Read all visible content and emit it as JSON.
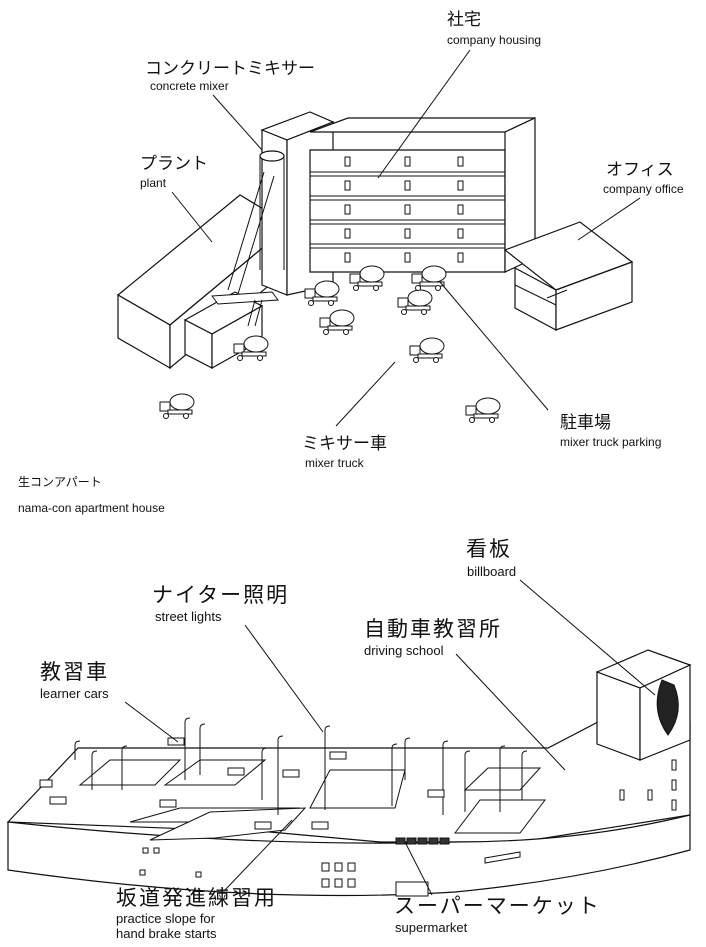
{
  "figure1": {
    "caption_jp": "生コンアパート",
    "caption_en": "nama-con apartment house",
    "labels": {
      "housing": {
        "jp": "社宅",
        "en": "company housing"
      },
      "mixer": {
        "jp": "コンクリートミキサー",
        "en": "concrete mixer"
      },
      "plant": {
        "jp": "プラント",
        "en": "plant"
      },
      "office": {
        "jp": "オフィス",
        "en": "company office"
      },
      "parking": {
        "jp": "駐車場",
        "en": "mixer truck parking"
      },
      "truck": {
        "jp": "ミキサー車",
        "en": "mixer truck"
      }
    }
  },
  "figure2": {
    "labels": {
      "billboard": {
        "jp": "看板",
        "en": "billboard"
      },
      "lights": {
        "jp": "ナイター照明",
        "en": "street lights"
      },
      "school": {
        "jp": "自動車教習所",
        "en": "driving school"
      },
      "learner": {
        "jp": "教習車",
        "en": "learner cars"
      },
      "slope": {
        "jp": "坂道発進練習用",
        "en1": "practice slope for",
        "en2": "hand brake starts"
      },
      "supermarket": {
        "jp": "スーパーマーケット",
        "en": "supermarket"
      }
    }
  }
}
